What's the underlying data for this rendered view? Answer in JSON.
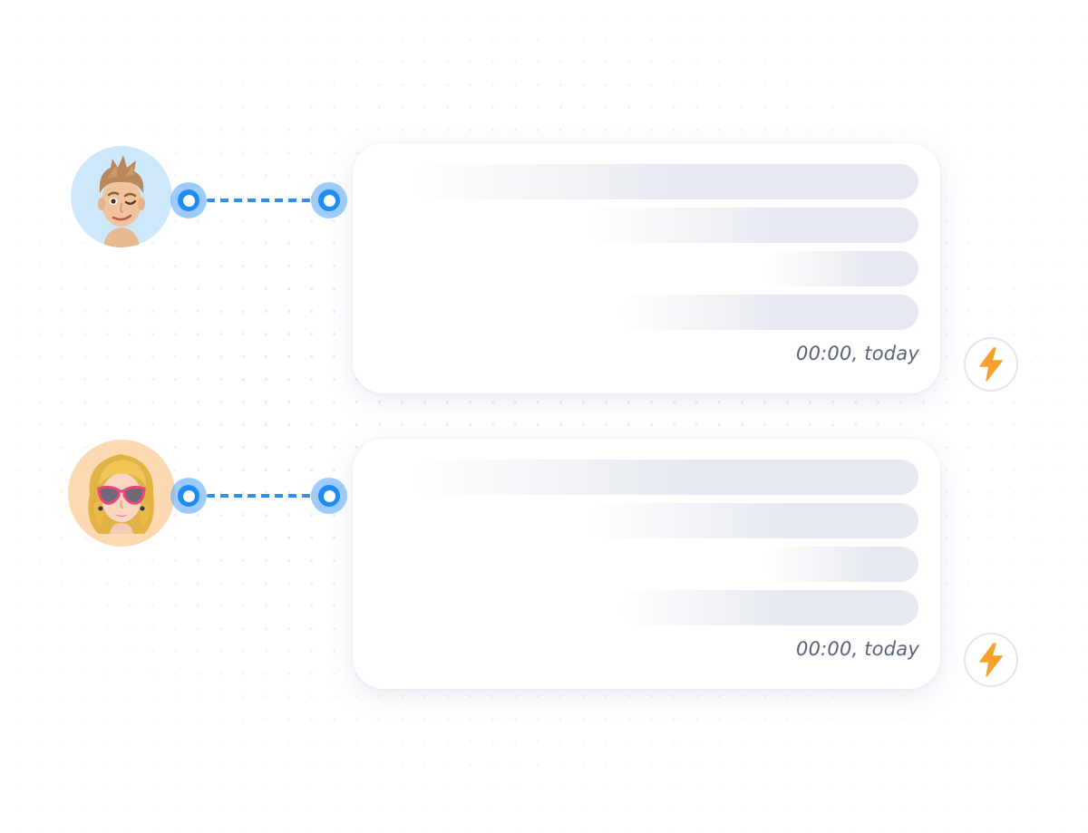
{
  "theme": {
    "connector_color": "#1f8bf5",
    "bolt_color": "#f7a12a",
    "placeholder_color": "#e6e9f1",
    "timestamp_color": "#5a6378"
  },
  "threads": [
    {
      "avatar_icon": "memoji-man-winking-avatar",
      "avatar_bg": "#cde8fb",
      "timestamp": "00:00, today",
      "action_icon": "lightning-bolt-icon"
    },
    {
      "avatar_icon": "memoji-woman-sunglasses-avatar",
      "avatar_bg": "#fdd9b2",
      "timestamp": "00:00, today",
      "action_icon": "lightning-bolt-icon"
    }
  ]
}
